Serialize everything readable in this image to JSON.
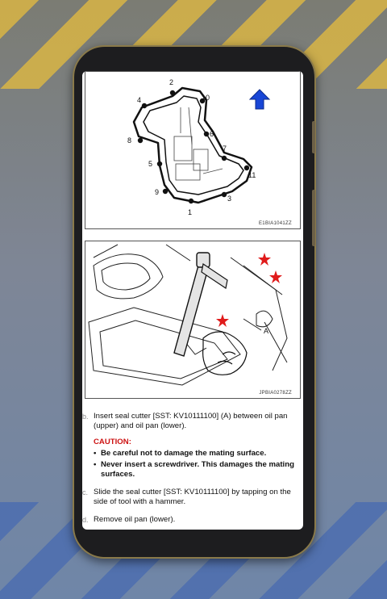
{
  "figure1": {
    "code": "E1BIA1041ZZ",
    "bolt_numbers": [
      "1",
      "2",
      "3",
      "4",
      "5",
      "6",
      "7",
      "8",
      "9",
      "10",
      "11"
    ]
  },
  "figure2": {
    "code": "JPBIA0278ZZ",
    "callout": "A"
  },
  "icons": {
    "scroll_up": "up-arrow-icon"
  },
  "colors": {
    "caution": "#cc1111",
    "arrow": "#1846d6",
    "star": "#e01b1b"
  },
  "steps": [
    {
      "marker": "b.",
      "text": "Insert seal cutter [SST: KV10111100] (A) between oil pan (upper) and oil pan (lower)."
    },
    {
      "marker": "c.",
      "text": "Slide the seal cutter [SST: KV10111100] by tapping on the side of tool with a hammer."
    },
    {
      "marker": "d.",
      "text": "Remove oil pan (lower)."
    }
  ],
  "caution": {
    "label": "CAUTION:",
    "items": [
      "Be careful not to damage the mating surface.",
      "Never insert a screwdriver. This damages the mating surfaces."
    ]
  }
}
